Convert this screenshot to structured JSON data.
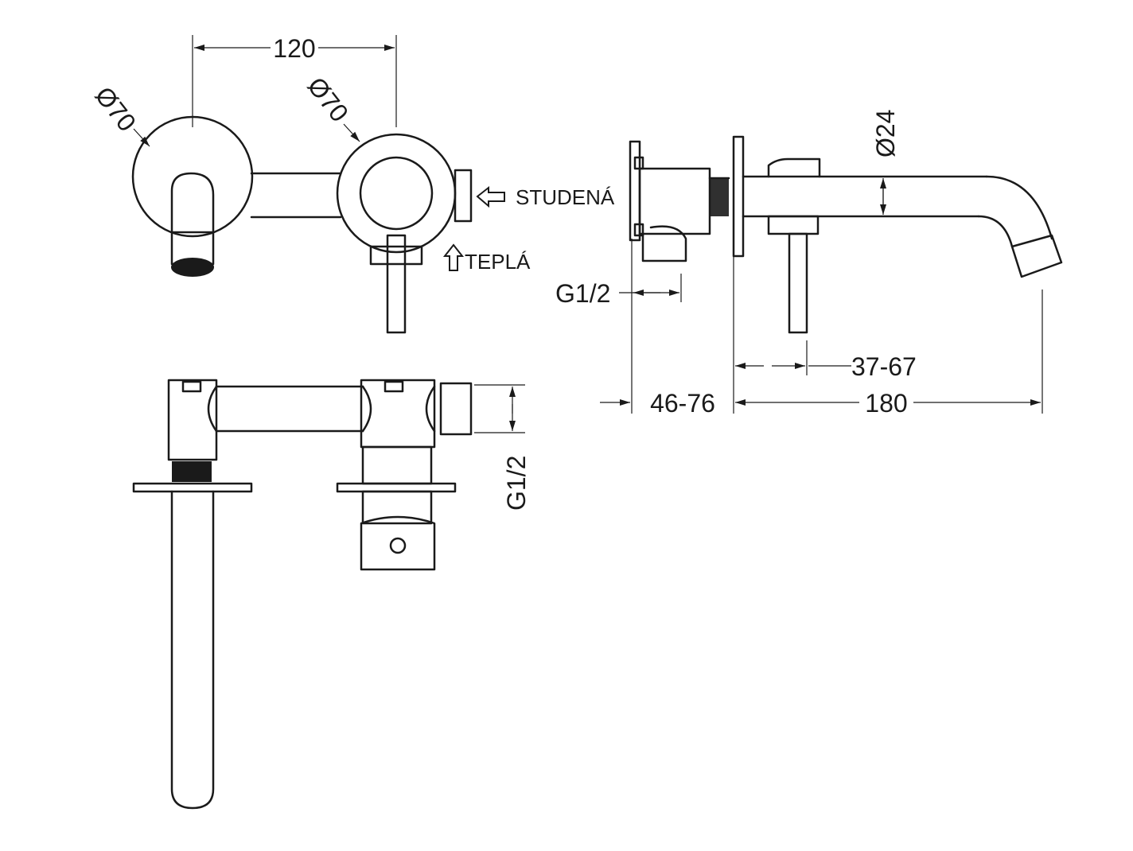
{
  "dimensions": {
    "spacing": "120",
    "rosette_left": "Ø70",
    "rosette_right": "Ø70",
    "spout_pipe": "Ø24",
    "thread_top": "G1/2",
    "thread_side": "G1/2",
    "lever_offset": "37-67",
    "wall_depth": "46-76",
    "spout_length": "180"
  },
  "labels": {
    "cold": "STUDENÁ",
    "hot": "TEPLÁ"
  },
  "colors": {
    "line": "#1a1a1a",
    "background": "#ffffff"
  }
}
